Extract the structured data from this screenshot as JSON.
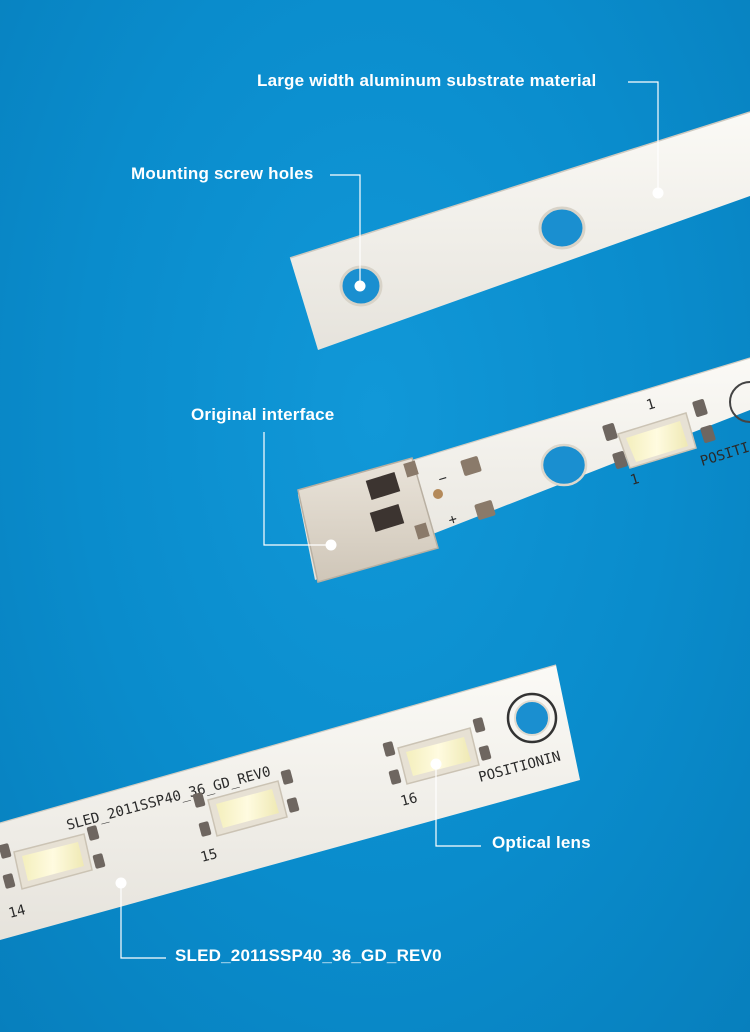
{
  "callouts": {
    "substrate": "Large width aluminum substrate material",
    "screw_holes": "Mounting screw holes",
    "interface": "Original interface",
    "lens": "Optical lens",
    "model": "SLED_2011SSP40_36_GD_REV0"
  },
  "strip_middle": {
    "minus_sign": "−",
    "plus_sign": "+",
    "led_index_top": "1",
    "led_index_bottom": "1",
    "position_text": "POSITI"
  },
  "strip_bottom": {
    "model_text": "SLED_2011SSP40_36_GD_REV0",
    "led_numbers": [
      "14",
      "15",
      "16"
    ],
    "position_text": "POSITIONIN"
  },
  "colors": {
    "background": "#0a8ccc",
    "strip": "#f3f1ec",
    "lens": "#f7f3c8",
    "callout_line": "#ffffff"
  }
}
